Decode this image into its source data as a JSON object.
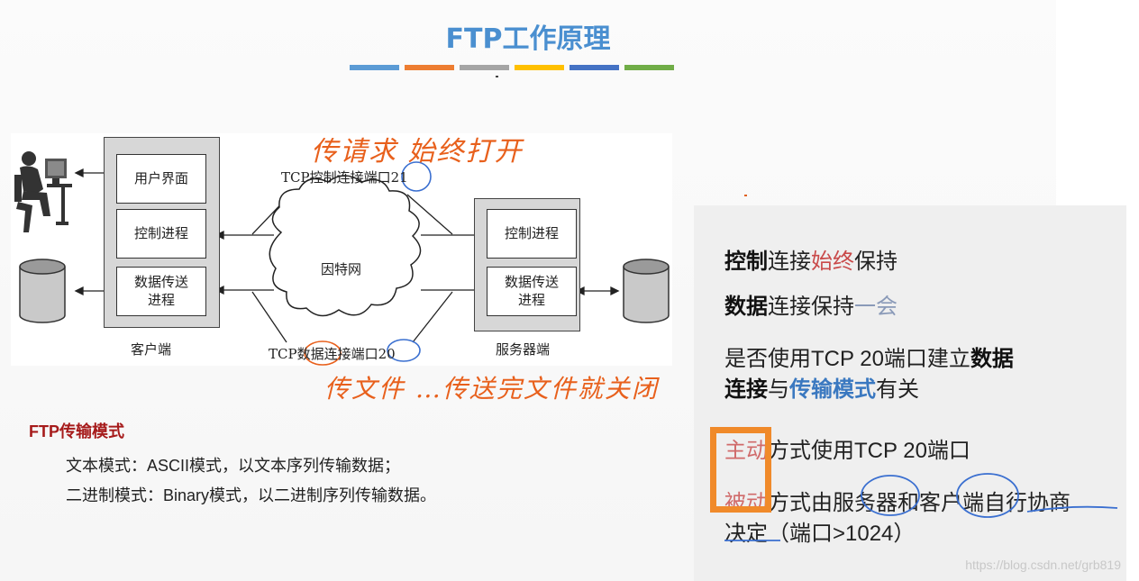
{
  "title": "FTP工作原理",
  "accent_colors": [
    "#5b9bd5",
    "#ed7d31",
    "#a5a5a5",
    "#ffc000",
    "#4472c4",
    "#70ad47"
  ],
  "diagram": {
    "client_caption": "客户端",
    "server_caption": "服务器端",
    "client_boxes": [
      "用户界面",
      "控制进程",
      "数据传送\n进程"
    ],
    "server_boxes": [
      "控制进程",
      "数据传送\n进程"
    ],
    "internet_label": "因特网",
    "control_conn_label": "TCP控制连接端口21",
    "data_conn_label": "TCP数据连接端口20",
    "annotation_top": "传请求  始终打开",
    "annotation_bottom": "传文件  …传送完文件就关闭"
  },
  "modes": {
    "title": "FTP传输模式",
    "lines": [
      "文本模式：ASCII模式，以文本序列传输数据；",
      "二进制模式：Binary模式，以二进制序列传输数据。"
    ]
  },
  "panel": {
    "line1": {
      "bold": "控制",
      "normal1": "连接",
      "red": "始终",
      "normal2": "保持"
    },
    "line2": {
      "bold": "数据",
      "normal1": "连接保持",
      "grey": "一会"
    },
    "line3a": {
      "normal": "是否使用TCP 20端口建立",
      "bold": "数据"
    },
    "line3b": {
      "bold": "连接",
      "normal1": "与",
      "blue": "传输模式",
      "normal2": "有关"
    },
    "line4": {
      "red": "主动",
      "normal": "方式使用TCP 20端口"
    },
    "line5a": {
      "red": "被动",
      "normal": "方式由服务器和客户端自行协商"
    },
    "line5b": {
      "normal": "决定（端口>1024）"
    }
  },
  "watermark": "https://blog.csdn.net/grb819"
}
